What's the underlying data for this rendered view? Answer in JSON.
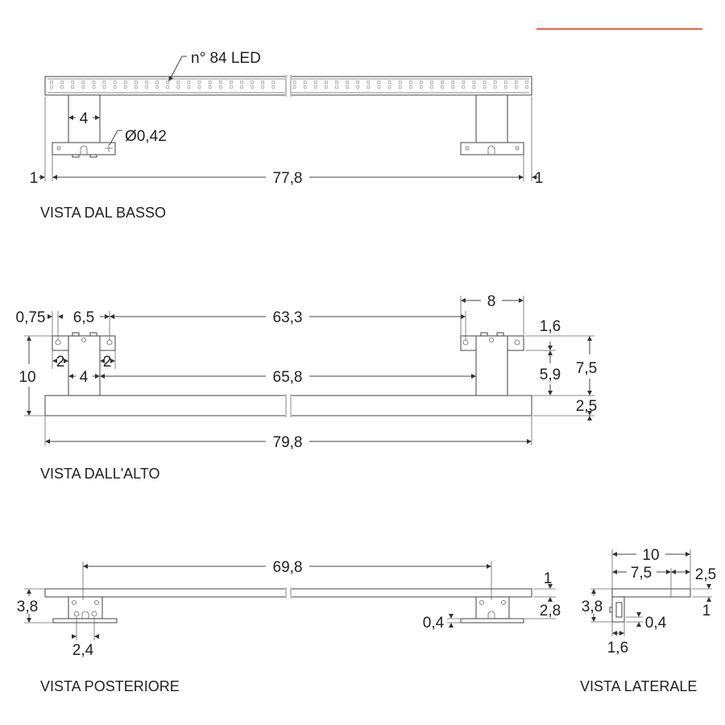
{
  "accent_color": "#e8643c",
  "views": {
    "bottom": {
      "title": "VISTA DAL BASSO",
      "led_label": "n° 84 LED",
      "led_count": 84,
      "dims": {
        "total": "77,8",
        "left": "1",
        "right": "1",
        "post": "4",
        "hole": "Ø0,42"
      }
    },
    "top": {
      "title": "VISTA DALL'ALTO",
      "dims": {
        "edge": "0,75",
        "hole_spacing": "6,5",
        "hole_center": "63,3",
        "plate": "8",
        "side_left": "2",
        "side_right": "2",
        "post": "4",
        "post_spacing": "65,8",
        "height": "10",
        "total": "79,8",
        "plate_depth": "1,6",
        "depth": "7,5",
        "post_len": "5,9",
        "bar_depth": "2,5"
      }
    },
    "rear": {
      "title": "VISTA POSTERIORE",
      "dims": {
        "span": "69,8",
        "height": "3,8",
        "slot": "2,4",
        "bar": "1",
        "bracket": "2,8",
        "plate": "0,4"
      }
    },
    "side": {
      "title": "VISTA LATERALE",
      "dims": {
        "total": "10",
        "depth": "7,5",
        "bar": "2,5",
        "height": "3,8",
        "thick": "1",
        "plate": "0,4",
        "post": "1,6"
      }
    }
  }
}
